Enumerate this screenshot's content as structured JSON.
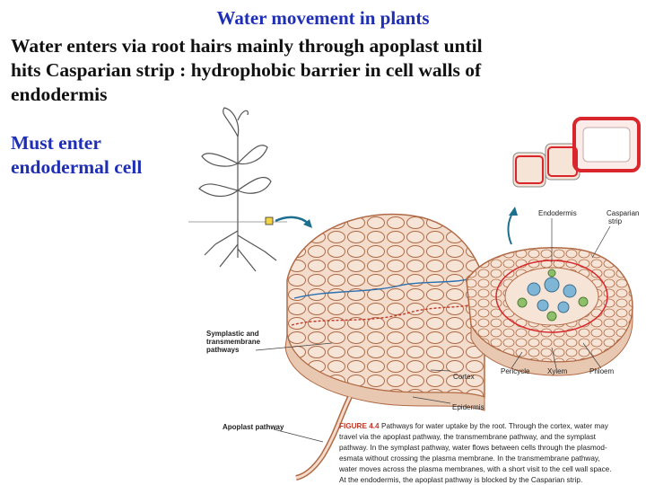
{
  "slide": {
    "title": "Water movement in plants",
    "body_lines": [
      "Water enters via root hairs mainly through apoplast until",
      "hits Casparian strip : hydrophobic barrier in cell walls of",
      "endodermis"
    ],
    "highlight_lines": [
      "Must enter",
      "endodermal cell"
    ]
  },
  "figure": {
    "labels": {
      "endodermis": "Endodermis",
      "casparian_1": "Casparian",
      "casparian_2": "strip",
      "symplastic_1": "Symplastic and",
      "symplastic_2": "transmembrane",
      "symplastic_3": "pathways",
      "pericycle": "Pericycle",
      "xylem": "Xylem",
      "phloem": "Phloem",
      "cortex": "Cortex",
      "epidermis": "Epidermis",
      "apoplast": "Apoplast pathway"
    },
    "caption": {
      "heading": "FIGURE 4.4",
      "lines": [
        "Pathways for water uptake by the root. Through the cortex, water may",
        "travel via the apoplast pathway, the transmembrane pathway, and the symplast",
        "pathway. In the symplast pathway, water flows between cells through the plasmod-",
        "esmata without crossing the plasma membrane. In the transmembrane pathway,",
        "water moves across the plasma membranes, with a short visit to the cell wall space.",
        "At the endodermis, the apoplast pathway is blocked by the Casparian strip."
      ]
    }
  },
  "colors": {
    "title_blue": "#1f2fb5",
    "cell_fill": "#f3dccb",
    "cell_wall": "#b06a45",
    "casparian_red": "#d8262c",
    "xylem_blue": "#7fb6d6",
    "phloem_green": "#8fbf6a"
  }
}
